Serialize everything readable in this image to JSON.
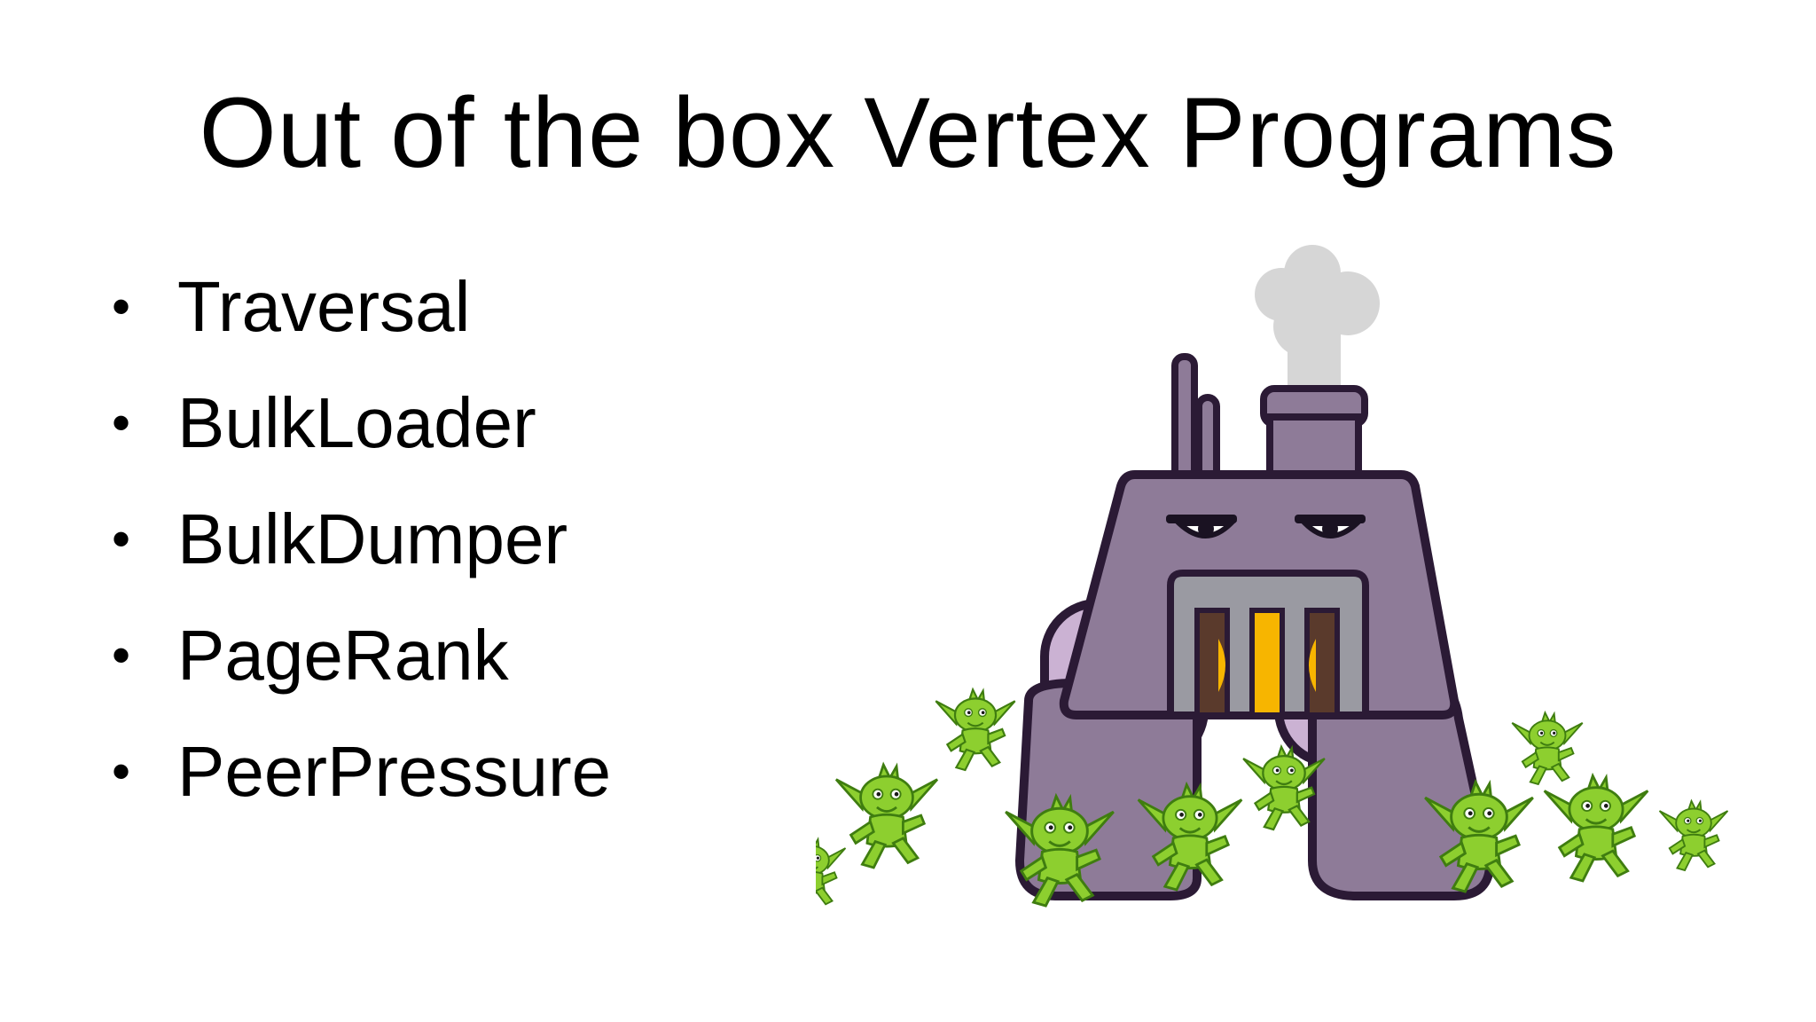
{
  "slide": {
    "title": "Out of the box Vertex Programs",
    "bullets": [
      "Traversal",
      "BulkLoader",
      "BulkDumper",
      "PageRank",
      "PeerPressure"
    ],
    "bullet_glyph": "•"
  },
  "illustration": {
    "subject": "purple-factory-robot-with-green-goblins",
    "colors": {
      "factory_body": "#8e7b98",
      "factory_legs": "#cbb2d3",
      "outline": "#2b1a35",
      "fire": "#f7b500",
      "goblin": "#8dcf2f",
      "smoke": "#d6d6d6"
    }
  }
}
